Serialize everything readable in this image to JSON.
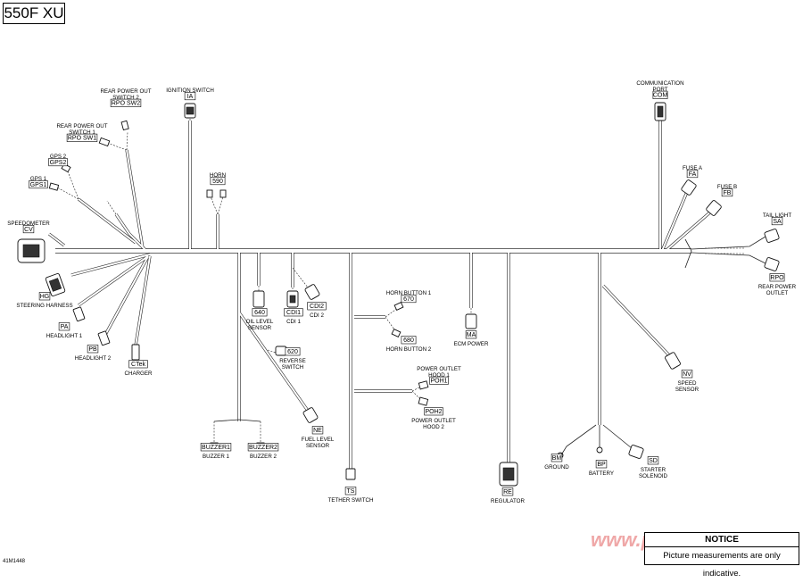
{
  "model_title": "550F XU",
  "drawing_number": "41M1448",
  "notice": {
    "title": "NOTICE",
    "text": "Picture measurements are only indicative."
  },
  "watermark": "www.partskart.ru",
  "colors": {
    "line": "#222222",
    "watermark": "#dc3c3c"
  },
  "connectors": [
    {
      "id": "rpo-sw2",
      "code": "RPO SW2",
      "label": [
        "REAR POWER OUT",
        "SWITCH 2"
      ],
      "icon": "connector-icon"
    },
    {
      "id": "ia",
      "code": "IA",
      "label": [
        "IGNITION SWITCH"
      ],
      "icon": "ignition-switch-icon"
    },
    {
      "id": "rpo-sw1",
      "code": "RPO SW1",
      "label": [
        "REAR POWER OUT",
        "SWITCH 1"
      ],
      "icon": "connector-icon"
    },
    {
      "id": "gps2",
      "code": "GPS2",
      "label": [
        "GPS 2"
      ],
      "icon": "connector-icon"
    },
    {
      "id": "gps1",
      "code": "GPS1",
      "label": [
        "GPS 1"
      ],
      "icon": "connector-icon"
    },
    {
      "id": "horn",
      "code": "590",
      "label": [
        "HORN"
      ],
      "icon": "horn-connector-icon"
    },
    {
      "id": "cv",
      "code": "CV",
      "label": [
        "SPEEDOMETER"
      ],
      "icon": "speedometer-connector-icon"
    },
    {
      "id": "hg",
      "code": "HG",
      "label": [
        "STEERING HARNESS"
      ],
      "icon": "connector-icon"
    },
    {
      "id": "pa",
      "code": "PA",
      "label": [
        "HEADLIGHT 1"
      ],
      "icon": "connector-icon"
    },
    {
      "id": "pb",
      "code": "PB",
      "label": [
        "HEADLIGHT 2"
      ],
      "icon": "connector-icon"
    },
    {
      "id": "ctek",
      "code": "CTek",
      "label": [
        "CHARGER"
      ],
      "icon": "connector-icon"
    },
    {
      "id": "oil",
      "code": "640",
      "label": [
        "OIL LEVEL",
        "SENSOR"
      ],
      "icon": "connector-icon"
    },
    {
      "id": "cdi1",
      "code": "CDI1",
      "label": [
        "CDI 1"
      ],
      "icon": "connector-icon"
    },
    {
      "id": "cdi2",
      "code": "CDI2",
      "label": [
        "CDI 2"
      ],
      "icon": "connector-icon"
    },
    {
      "id": "reverse",
      "code": "620",
      "label": [
        "REVERSE",
        "SWITCH"
      ],
      "icon": "connector-icon"
    },
    {
      "id": "ne",
      "code": "NE",
      "label": [
        "FUEL LEVEL",
        "SENSOR"
      ],
      "icon": "connector-icon"
    },
    {
      "id": "buzzer1",
      "code": "BUZZER1",
      "label": [
        "BUZZER 1"
      ],
      "icon": "connector-icon"
    },
    {
      "id": "buzzer2",
      "code": "BUZZER2",
      "label": [
        "BUZZER 2"
      ],
      "icon": "connector-icon"
    },
    {
      "id": "ts",
      "code": "TS",
      "label": [
        "TETHER SWITCH"
      ],
      "icon": "connector-icon"
    },
    {
      "id": "hb1",
      "code": "670",
      "label": [
        "HORN BUTTON 1"
      ],
      "icon": "connector-icon"
    },
    {
      "id": "hb2",
      "code": "680",
      "label": [
        "HORN BUTTON 2"
      ],
      "icon": "connector-icon"
    },
    {
      "id": "ma",
      "code": "MA",
      "label": [
        "ECM POWER"
      ],
      "icon": "connector-icon"
    },
    {
      "id": "poh1",
      "code": "POH1",
      "label": [
        "POWER OUTLET",
        "HOOD 1"
      ],
      "icon": "connector-icon"
    },
    {
      "id": "poh2",
      "code": "POH2",
      "label": [
        "POWER OUTLET",
        "HOOD 2"
      ],
      "icon": "connector-icon"
    },
    {
      "id": "re",
      "code": "RE",
      "label": [
        "REGULATOR"
      ],
      "icon": "regulator-connector-icon"
    },
    {
      "id": "com",
      "code": "COM",
      "label": [
        "COMMUNICATION",
        "PORT"
      ],
      "icon": "connector-icon"
    },
    {
      "id": "fa",
      "code": "FA",
      "label": [
        "FUSE A"
      ],
      "icon": "fuse-icon"
    },
    {
      "id": "fb",
      "code": "FB",
      "label": [
        "FUSE B"
      ],
      "icon": "fuse-icon"
    },
    {
      "id": "sa",
      "code": "SA",
      "label": [
        "TAIL LIGHT"
      ],
      "icon": "connector-icon"
    },
    {
      "id": "rpo",
      "code": "RPO",
      "label": [
        "REAR POWER",
        "OUTLET"
      ],
      "icon": "connector-icon"
    },
    {
      "id": "nv",
      "code": "NV",
      "label": [
        "SPEED",
        "SENSOR"
      ],
      "icon": "connector-icon"
    },
    {
      "id": "bm",
      "code": "BM",
      "label": [
        "GROUND"
      ],
      "icon": "ring-terminal-icon"
    },
    {
      "id": "bp",
      "code": "BP",
      "label": [
        "BATTERY"
      ],
      "icon": "ring-terminal-icon"
    },
    {
      "id": "sd",
      "code": "SD",
      "label": [
        "STARTER",
        "SOLENOID"
      ],
      "icon": "connector-icon"
    }
  ]
}
